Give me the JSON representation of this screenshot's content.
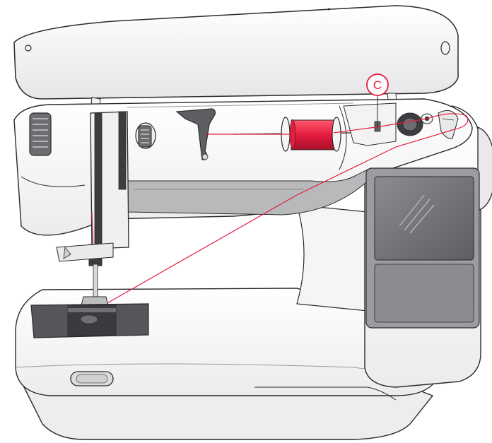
{
  "callout": {
    "label": "C"
  },
  "colors": {
    "thread": "#e31b3d",
    "spool": "#e31b3d",
    "body_fill": "#f3f3f4",
    "outline": "#2a2a2a",
    "screen": "#6d6f72",
    "panel": "#8a8c8f"
  },
  "icons": [
    "sewing-machine-illustration",
    "thread-spool",
    "bobbin-winder",
    "touch-screen",
    "handwheel"
  ]
}
